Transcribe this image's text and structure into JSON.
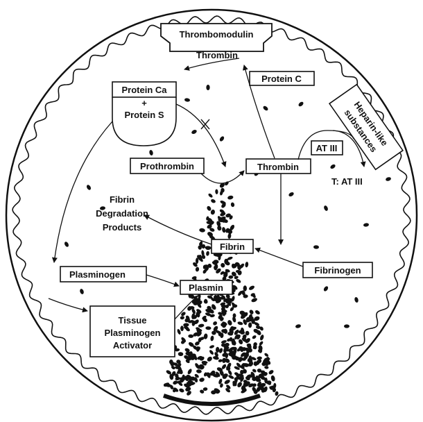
{
  "colors": {
    "ink": "#111111",
    "background": "#ffffff"
  },
  "labels": {
    "thrombomodulin": "Thrombomodulin",
    "thrombin_top": "Thrombin",
    "protein_c": "Protein  C",
    "protein_ca": "Protein  Ca",
    "plus": "+",
    "protein_s": "Protein S",
    "heparin_line1": "Heparin-like",
    "heparin_line2": "substances",
    "at3": "AT III",
    "t_at3": "T: AT III",
    "prothrombin": "Prothrombin",
    "thrombin_mid": "Thrombin",
    "fdp_line1": "Fibrin",
    "fdp_line2": "Degradation",
    "fdp_line3": "Products",
    "fibrin": "Fibrin",
    "fibrinogen": "Fibrinogen",
    "plasminogen": "Plasminogen",
    "plasmin": "Plasmin",
    "tpa_line1": "Tissue",
    "tpa_line2": "Plasminogen",
    "tpa_line3": "Activator"
  }
}
